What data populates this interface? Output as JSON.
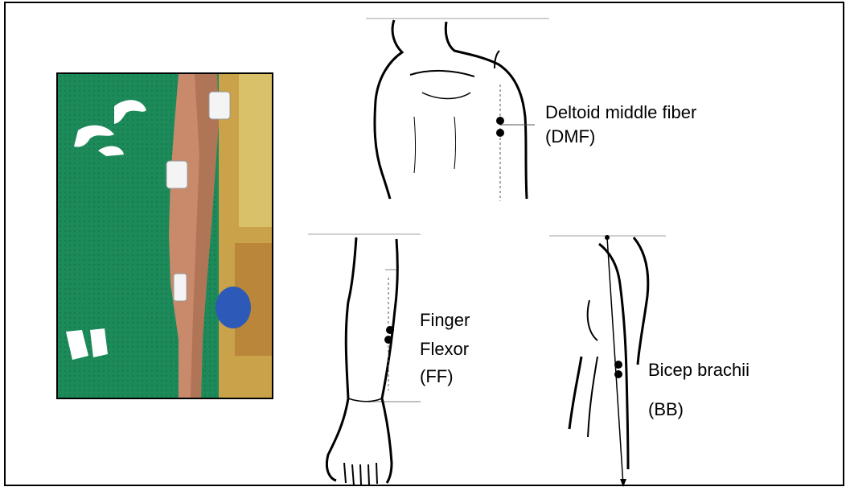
{
  "figure": {
    "photo": {
      "description_icon": "arm-photo-with-emg-sensors"
    },
    "panels": [
      {
        "id": "dmf",
        "label_line1": "Deltoid middle fiber",
        "label_line2": "(DMF)"
      },
      {
        "id": "ff",
        "label_line1": "Finger",
        "label_line2": "Flexor",
        "label_line3": "(FF)"
      },
      {
        "id": "bb",
        "label_line1": "Bicep brachii",
        "label_line2": "(BB)"
      }
    ]
  }
}
